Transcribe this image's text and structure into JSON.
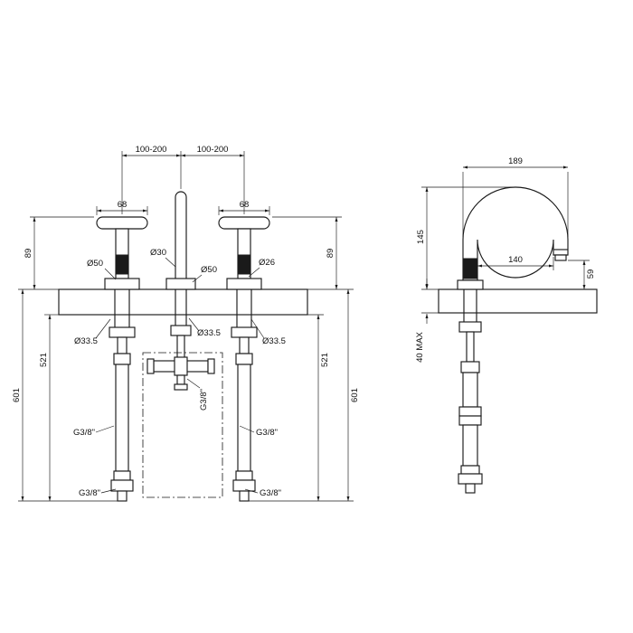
{
  "colors": {
    "line": "#1a1a1a",
    "background": "#ffffff"
  },
  "front_view": {
    "dim_spread_left": "100-200",
    "dim_spread_right": "100-200",
    "dim_handle_width_left": "68",
    "dim_handle_width_right": "68",
    "dim_height_left": "89",
    "dim_height_right": "89",
    "dia_handle_base_left": "Ø50",
    "dia_spout_column": "Ø30",
    "dia_spout_base": "Ø50",
    "dia_handle_stem_right": "Ø26",
    "dia_hole_left": "Ø33.5",
    "dia_hole_center": "Ø33.5",
    "dia_hole_right": "Ø33.5",
    "dim_hose_length_left": "521",
    "dim_hose_length_right": "521",
    "dim_overall_length_left": "601",
    "dim_overall_length_right": "601",
    "thread_hose_left": "G3/8\"",
    "thread_hose_right": "G3/8\"",
    "thread_tee_center": "G3/8\"",
    "thread_hose_end_left": "G3/8\"",
    "thread_hose_end_right": "G3/8\""
  },
  "side_view": {
    "dim_overall_reach": "189",
    "dim_spout_height": "145",
    "dim_spout_reach": "140",
    "dim_outlet_height": "59",
    "dim_deck_thickness_max": "40 MAX"
  }
}
